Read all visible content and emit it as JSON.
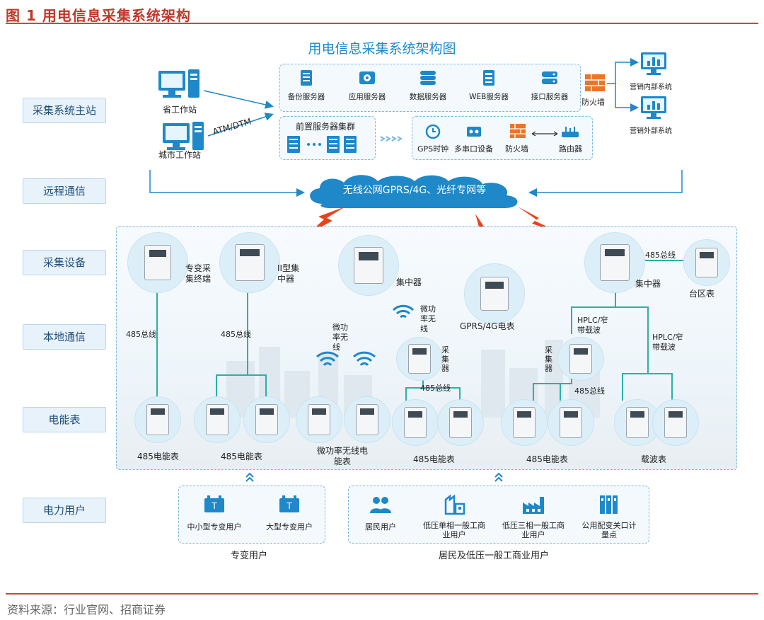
{
  "figure_title": "图 1 用电信息采集系统架构",
  "diagram_title": "用电信息采集系统架构图",
  "row_labels": [
    "采集系统主站",
    "远程通信",
    "采集设备",
    "本地通信",
    "电能表",
    "电力用户"
  ],
  "master_station": {
    "provincial_ws": "省工作站",
    "city_ws": "城市工作站",
    "link_label": "ATM/DTM",
    "servers": [
      "备份服务器",
      "应用服务器",
      "数据服务器",
      "WEB服务器",
      "接口服务器"
    ],
    "firewall": "防火墙",
    "marketing_internal": "营销内部系统",
    "marketing_external": "营销外部系统",
    "front_cluster": "前置服务器集群",
    "aux": [
      "GPS时钟",
      "多串口设备",
      "防火墙",
      "路由器"
    ]
  },
  "network": "无线公网GPRS/4G、光纤专网等",
  "devices": {
    "special_terminal": "专变采集终端",
    "concentrator_ii": "II型集中器",
    "concentrator_mid": "集中器",
    "micro_wireless_top": "微功率无线",
    "gprs_meter": "GPRS/4G电表",
    "concentrator_right": "集中器",
    "area_meter": "台区表",
    "bus_485": "485总线",
    "micro_wireless": "微功率无线",
    "collector": "采集器",
    "hplc": "HPLC/窄带载波"
  },
  "meters": {
    "m485": "485电能表",
    "micro_meter": "微功率无线电能表",
    "carrier_meter": "载波表"
  },
  "users": {
    "special_group": "专变用户",
    "resident_group": "居民及低压一般工商业用户",
    "items_special": [
      "中小型专变用户",
      "大型专变用户"
    ],
    "items_res": [
      "居民用户",
      "低压单相一般工商业用户",
      "低压三相一般工商业用户",
      "公用配变关口计量点"
    ]
  },
  "source": "资料来源：行业官网、招商证券",
  "colors": {
    "accent": "#1e88c8",
    "title_red": "#c0392b",
    "bolt": "#e8431c",
    "label_bg": "#e8f2fa"
  }
}
